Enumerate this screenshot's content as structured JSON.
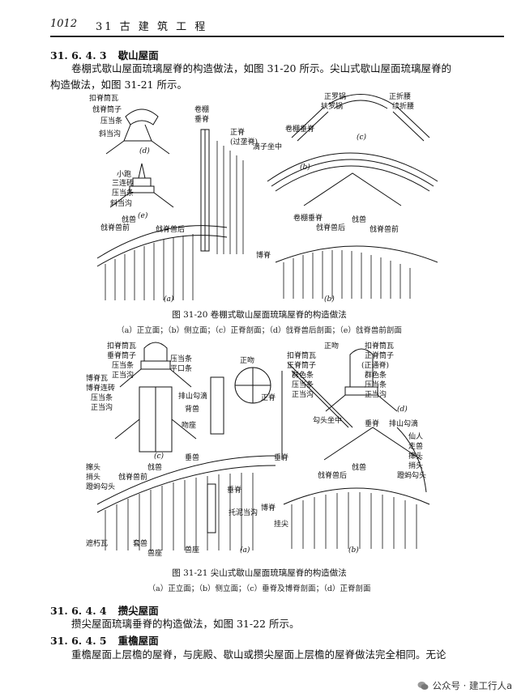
{
  "header": {
    "page_number": "1012",
    "chapter": "31  古 建 筑 工 程"
  },
  "section_31643": {
    "number": "31. 6. 4. 3",
    "title": "歇山屋面",
    "para_line1": "卷棚式歇山屋面琉璃屋脊的构造做法，如图 31-20 所示。尖山式歇山屋面琉璃屋脊的",
    "para_line2": "构造做法，如图 31-21 所示。"
  },
  "figure_31_20": {
    "caption": "图 31-20   卷棚式歇山屋面琉璃屋脊的构造做法",
    "subcaption": "（a）正立面；（b）侧立面；（c）正脊剖面；（d）戗脊兽后剖面；（e）戗脊兽前剖面",
    "labels": {
      "d_1": "扣脊筒瓦",
      "d_2": "戗脊筒子",
      "d_3": "压当条",
      "d_4": "斜当沟",
      "e_1": "小跑",
      "e_2": "三连砖",
      "e_3": "压当条",
      "e_4": "斜当沟",
      "a_top": "卷棚",
      "a_top2": "垂脊",
      "a_mid": "正脊",
      "a_mid2": "(过垄脊)",
      "a_beast1": "戗脊兽前",
      "a_beast2": "戗兽",
      "a_beast3": "戗脊兽后",
      "c_1": "正罗锅",
      "c_2": "扶罗锅",
      "c_3": "正折腰",
      "c_4": "续折腰",
      "b_1": "卷棚垂脊",
      "b_2": "滴子坐中",
      "b_3": "卷棚垂脊",
      "b_4": "戗脊兽后",
      "b_5": "戗兽",
      "b_6": "戗脊兽前",
      "b_7": "博脊",
      "p_a": "(a)",
      "p_b": "(b)",
      "p_c": "(c)",
      "p_d": "(d)",
      "p_e": "(e)"
    }
  },
  "figure_31_21": {
    "caption": "图 31-21   尖山式歇山屋面琉璃屋脊的构造做法",
    "subcaption": "（a）正立面；（b）侧立面；（c）垂脊及博脊剖面；（d）正脊剖面",
    "labels": {
      "c_1": "扣脊筒瓦",
      "c_2": "垂脊筒子",
      "c_3": "压当条",
      "c_4": "正当沟",
      "c_5": "压当条",
      "c_6": "平口条",
      "c_7": "博脊瓦",
      "c_8": "博脊连砖",
      "c_9": "压当条",
      "c_10": "正当沟",
      "a_1": "排山勾滴",
      "a_2": "背兽",
      "a_3": "正吻",
      "a_4": "吻座",
      "a_5": "正脊",
      "a_6": "撺头",
      "a_7": "捎头",
      "a_8": "蹬蚂勾头",
      "a_9": "戗兽",
      "a_10": "戗脊兽前",
      "a_11": "垂兽",
      "a_12": "垂脊",
      "a_13": "托泥当沟",
      "a_14": "遮朽瓦",
      "a_15": "套兽",
      "a_16": "兽座",
      "a_17": "兽座",
      "b_1": "扣脊筒瓦",
      "b_2": "正脊筒子",
      "b_3": "群色条",
      "b_4": "压当条",
      "b_5": "正当沟",
      "b_6": "正吻",
      "b_7": "勾头坐中",
      "b_8": "垂脊",
      "b_9": "戗脊兽后",
      "b_10": "戗兽",
      "b_11": "垂脊",
      "b_12": "挂尖",
      "b_13": "博脊",
      "d_1": "扣脊筒瓦",
      "d_2": "正脊筒子",
      "d_3": "(正通脊)",
      "d_4": "群色条",
      "d_5": "压当条",
      "d_6": "正当沟",
      "d_7": "排山勾滴",
      "d_8": "仙人",
      "d_9": "走兽",
      "d_10": "撺头",
      "d_11": "捎头",
      "d_12": "蹬蚂勾头",
      "p_a": "(a)",
      "p_b": "(b)",
      "p_c": "(c)",
      "p_d": "(d)"
    }
  },
  "section_31644": {
    "number": "31. 6. 4. 4",
    "title": "攒尖屋面",
    "para": "攒尖屋面琉璃垂脊的构造做法，如图 31-22 所示。"
  },
  "section_31645": {
    "number": "31. 6. 4. 5",
    "title": "重檐屋面",
    "para": "重檐屋面上层檐的屋脊，与庑殿、歇山或攒尖屋面上层檐的屋脊做法完全相同。无论"
  },
  "watermark": {
    "text": "公众号 · 建工行人a"
  }
}
